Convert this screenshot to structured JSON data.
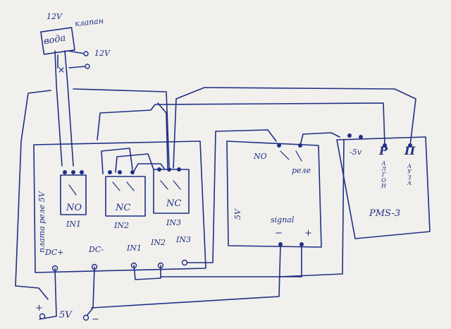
{
  "valve": {
    "top_label": "12V",
    "box_label": "вода",
    "side_label": "клапан",
    "supply_label": "12V"
  },
  "relay_board": {
    "side_label": "плата реле 5V",
    "relays": [
      {
        "contact": "NO",
        "input": "IN1"
      },
      {
        "contact": "NC",
        "input": "IN2"
      },
      {
        "contact": "NC",
        "input": "IN3"
      }
    ],
    "pins": [
      "DC+",
      "DC-",
      "IN1",
      "IN2",
      "IN3"
    ]
  },
  "relay_module": {
    "contact_label": "NO",
    "relay_label": "реле",
    "side_label": "5V",
    "signal_label": "signal",
    "minus_label": "−",
    "plus_label": "+"
  },
  "pms": {
    "minus_label": "-5v",
    "p_label": "Р",
    "p_sub": [
      "А",
      "Л",
      "Г",
      "О",
      "Н"
    ],
    "n_label": "П",
    "n_sub": [
      "А",
      "У",
      "З",
      "А"
    ],
    "name": "PMS-3"
  },
  "supply": {
    "plus_label": "+",
    "voltage_label": "5V",
    "minus_label": "−"
  }
}
